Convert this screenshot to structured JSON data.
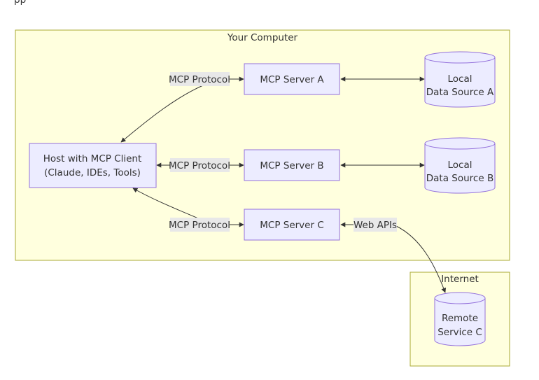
{
  "top_caption": "pp",
  "clusters": {
    "computer": "Your Computer",
    "internet": "Internet"
  },
  "nodes": {
    "host": [
      "Host with MCP Client",
      "(Claude, IDEs, Tools)"
    ],
    "server_a": "MCP Server A",
    "server_b": "MCP Server B",
    "server_c": "MCP Server C",
    "data_a": [
      "Local",
      "Data Source A"
    ],
    "data_b": [
      "Local",
      "Data Source B"
    ],
    "remote_c": [
      "Remote",
      "Service C"
    ]
  },
  "edge_labels": {
    "mcp_a": "MCP Protocol",
    "mcp_b": "MCP Protocol",
    "mcp_c": "MCP Protocol",
    "web": "Web APIs"
  },
  "colors": {
    "cluster_fill": "#ffffde",
    "cluster_stroke": "#aaaa33",
    "node_fill": "#ececff",
    "node_stroke": "#9370db",
    "edge_label_bg": "#e8e8e8"
  }
}
